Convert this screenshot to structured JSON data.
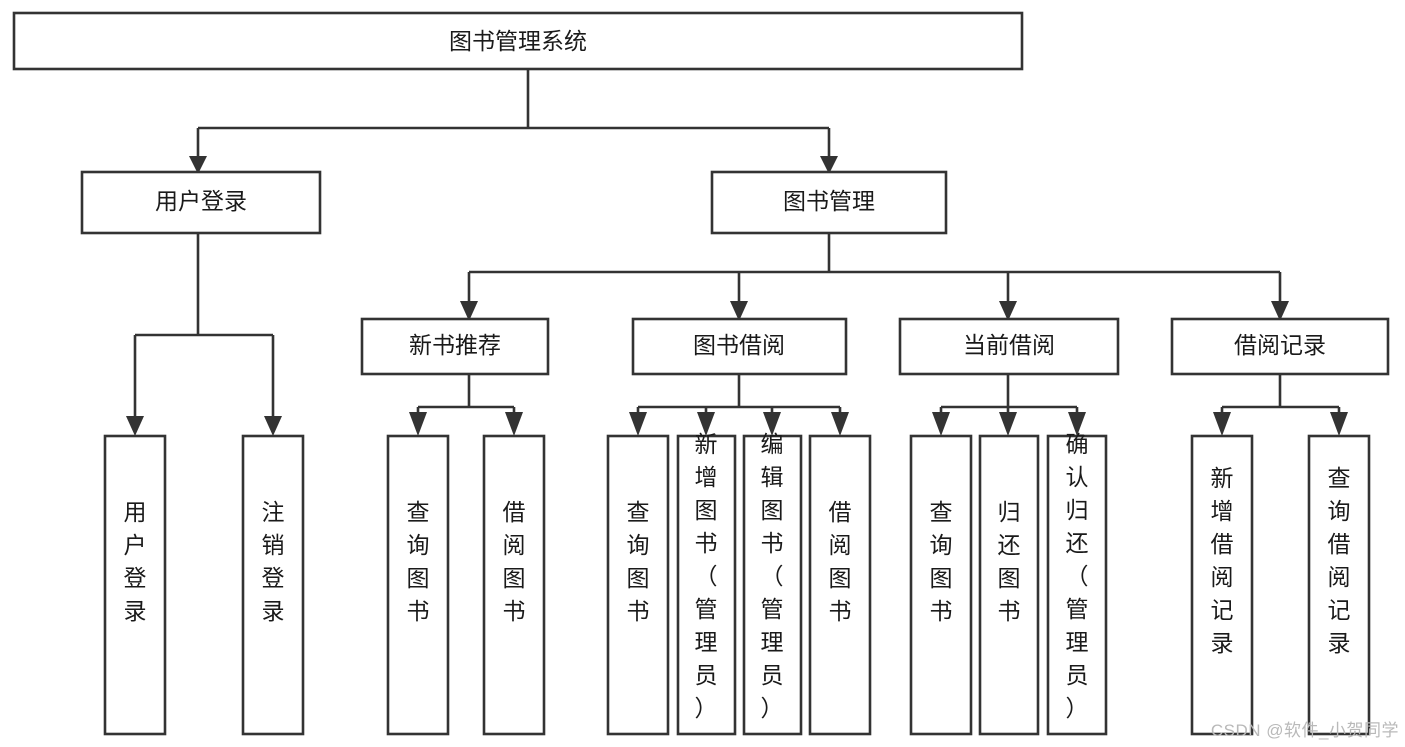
{
  "diagram": {
    "type": "tree-hierarchy-chart",
    "title": "图书管理系统",
    "watermark": "CSDN @软件_小贺同学",
    "colors": {
      "background": "#ffffff",
      "stroke": "#333333",
      "box_fill": "#ffffff",
      "text": "#1a1a1a",
      "watermark": "#b9b9b9"
    },
    "levels": [
      {
        "level": 1,
        "nodes": [
          {
            "id": "root",
            "label": "图书管理系统",
            "orientation": "horizontal"
          }
        ]
      },
      {
        "level": 2,
        "nodes": [
          {
            "id": "login",
            "label": "用户登录",
            "orientation": "horizontal",
            "parent": "root"
          },
          {
            "id": "bookmgmt",
            "label": "图书管理",
            "orientation": "horizontal",
            "parent": "root"
          }
        ]
      },
      {
        "level": 3,
        "nodes": [
          {
            "id": "newbook",
            "label": "新书推荐",
            "orientation": "horizontal",
            "parent": "bookmgmt"
          },
          {
            "id": "borrow",
            "label": "图书借阅",
            "orientation": "horizontal",
            "parent": "bookmgmt"
          },
          {
            "id": "current",
            "label": "当前借阅",
            "orientation": "horizontal",
            "parent": "bookmgmt"
          },
          {
            "id": "records",
            "label": "借阅记录",
            "orientation": "horizontal",
            "parent": "bookmgmt"
          }
        ]
      },
      {
        "level": 4,
        "nodes": [
          {
            "id": "leaf1",
            "label": "用户登录",
            "orientation": "vertical",
            "parent": "login"
          },
          {
            "id": "leaf2",
            "label": "注销登录",
            "orientation": "vertical",
            "parent": "login"
          },
          {
            "id": "leaf3",
            "label": "查询图书",
            "orientation": "vertical",
            "parent": "newbook"
          },
          {
            "id": "leaf4",
            "label": "借阅图书",
            "orientation": "vertical",
            "parent": "newbook"
          },
          {
            "id": "leaf5",
            "label": "查询图书",
            "orientation": "vertical",
            "parent": "borrow"
          },
          {
            "id": "leaf6",
            "label": "新增图书（管理员）",
            "orientation": "vertical",
            "parent": "borrow"
          },
          {
            "id": "leaf7",
            "label": "编辑图书（管理员）",
            "orientation": "vertical",
            "parent": "borrow"
          },
          {
            "id": "leaf8",
            "label": "借阅图书",
            "orientation": "vertical",
            "parent": "borrow"
          },
          {
            "id": "leaf9",
            "label": "查询图书",
            "orientation": "vertical",
            "parent": "current"
          },
          {
            "id": "leaf10",
            "label": "归还图书",
            "orientation": "vertical",
            "parent": "current"
          },
          {
            "id": "leaf11",
            "label": "确认归还（管理员）",
            "orientation": "vertical",
            "parent": "current"
          },
          {
            "id": "leaf12",
            "label": "新增借阅记录",
            "orientation": "vertical",
            "parent": "records"
          },
          {
            "id": "leaf13",
            "label": "查询借阅记录",
            "orientation": "vertical",
            "parent": "records"
          }
        ]
      }
    ]
  }
}
